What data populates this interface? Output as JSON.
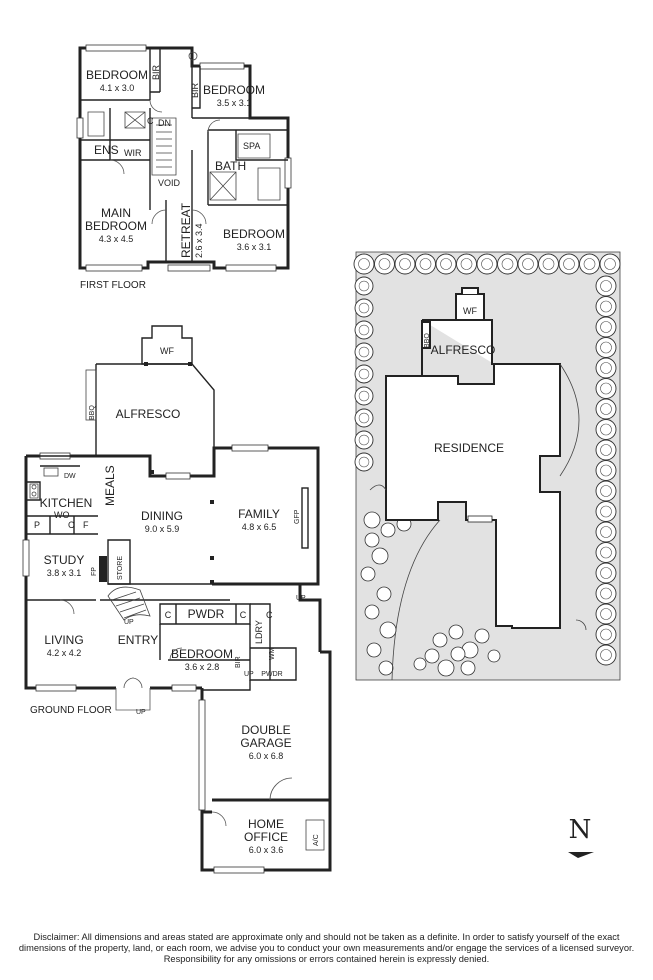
{
  "first_floor": {
    "floor_label": "FIRST FLOOR",
    "rooms": [
      {
        "id": "bed1",
        "name": "BEDROOM",
        "size": "4.1 x 3.0"
      },
      {
        "id": "bed2",
        "name": "BEDROOM",
        "size": "3.5 x 3.1"
      },
      {
        "id": "main",
        "name": "MAIN",
        "name2": "BEDROOM",
        "size": "4.3 x 4.5"
      },
      {
        "id": "retreat",
        "name": "RETREAT",
        "size": "2.6 x 3.4"
      },
      {
        "id": "bed3",
        "name": "BEDROOM",
        "size": "3.6 x 3.1"
      }
    ],
    "labels": {
      "bir1": "BIR",
      "bir2": "BIR",
      "ens": "ENS",
      "wir": "WIR",
      "c": "C",
      "dn": "DN",
      "bath": "BATH",
      "spa": "SPA",
      "void": "VOID"
    }
  },
  "ground_floor": {
    "floor_label": "GROUND FLOOR",
    "rooms": [
      {
        "id": "alfresco",
        "name": "ALFRESCO",
        "size": ""
      },
      {
        "id": "kitchen",
        "name": "KITCHEN",
        "size": ""
      },
      {
        "id": "meals",
        "name": "MEALS",
        "size": ""
      },
      {
        "id": "dining",
        "name": "DINING",
        "size": "9.0 x 5.9"
      },
      {
        "id": "family",
        "name": "FAMILY",
        "size": "4.8 x 6.5"
      },
      {
        "id": "study",
        "name": "STUDY",
        "size": "3.8 x 3.1"
      },
      {
        "id": "living",
        "name": "LIVING",
        "size": "4.2 x 4.2"
      },
      {
        "id": "entry",
        "name": "ENTRY",
        "size": ""
      },
      {
        "id": "bed4",
        "name": "BEDROOM",
        "size": "3.6 x 2.8"
      },
      {
        "id": "garage",
        "name": "DOUBLE",
        "name2": "GARAGE",
        "size": "6.0 x 6.8"
      },
      {
        "id": "office",
        "name": "HOME",
        "name2": "OFFICE",
        "size": "6.0 x 3.6"
      }
    ],
    "labels": {
      "wf": "WF",
      "bbq": "BBQ",
      "dw": "DW",
      "wo": "WO",
      "p": "P",
      "c1": "C",
      "f": "F",
      "store": "STORE",
      "fp": "FP",
      "gfp": "GFP",
      "pwdr": "PWDR",
      "c2": "C",
      "c3": "C",
      "c4": "C",
      "ldry": "LDRY",
      "wm": "WM",
      "bir": "BIR",
      "pwdr2": "PWDR",
      "up1": "UP",
      "up2": "UP",
      "up3": "UP",
      "up4": "UP",
      "ac": "A/C"
    }
  },
  "site_plan": {
    "labels": {
      "wf": "WF",
      "bbq": "BBQ",
      "alfresco": "ALFRESCO",
      "residence": "RESIDENCE"
    }
  },
  "compass": {
    "letter": "N"
  },
  "disclaimer": "Disclaimer: All dimensions and areas stated are approximate only and should not be taken as a definite. In order to satisfy yourself of the exact dimensions of the property, land, or each room, we advise you to conduct your own measurements and/or engage the services of a licensed surveyor. Responsibility for any omissions or errors contained herein is expressly denied."
}
